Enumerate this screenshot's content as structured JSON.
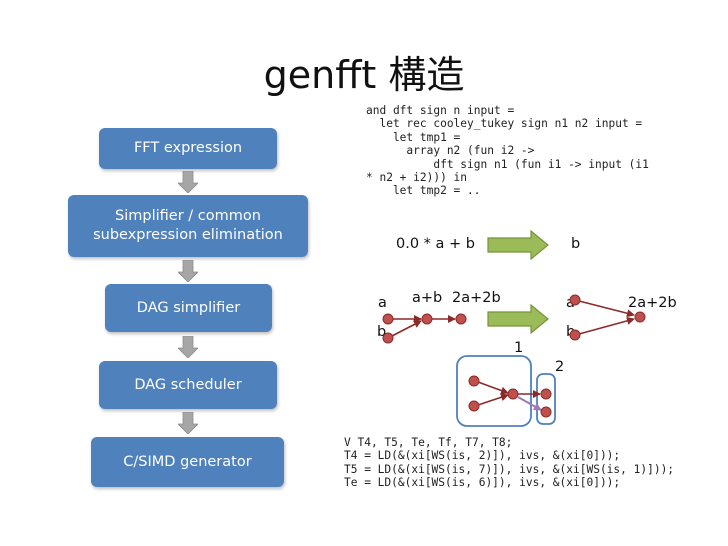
{
  "title": "genfft 構造",
  "pipeline": [
    "FFT expression",
    "Simplifier / common\nsubexpression elimination",
    "DAG simplifier",
    "DAG scheduler",
    "C/SIMD generator"
  ],
  "ocaml_code": "and dft sign n input =\n  let rec cooley_tukey sign n1 n2 input =\n    let tmp1 =\n      array n2 (fun i2 ->\n          dft sign n1 (fun i1 -> input (i1\n* n2 + i2))) in\n    let tmp2 = ..",
  "example1": {
    "lhs": "0.0 * a + b",
    "rhs": "b"
  },
  "example2": {
    "left": {
      "a": "a",
      "b": "b",
      "ab": "a+b",
      "res": "2a+2b"
    },
    "right": {
      "a": "a",
      "b": "b",
      "res": "2a+2b"
    }
  },
  "schedule": {
    "label1": "1",
    "label2": "2"
  },
  "c_code": "V T4, T5, Te, Tf, T7, T8;\nT4 = LD(&(xi[WS(is, 2)]), ivs, &(xi[0]));\nT5 = LD(&(xi[WS(is, 7)]), ivs, &(xi[WS(is, 1)]));\nTe = LD(&(xi[WS(is, 6)]), ivs, &(xi[0]));",
  "colors": {
    "box": "#4f81bd",
    "node": "#c0504d",
    "node_stroke": "#8b2b28",
    "arrow_green": "#9bbb59",
    "arrow_green_stroke": "#76923c",
    "highlight": "#4f81bd",
    "flow_arrow": "#a6a6a6"
  },
  "icons": {
    "flow_arrow": "down-arrow-icon",
    "transform_arrow": "right-arrow-icon"
  }
}
